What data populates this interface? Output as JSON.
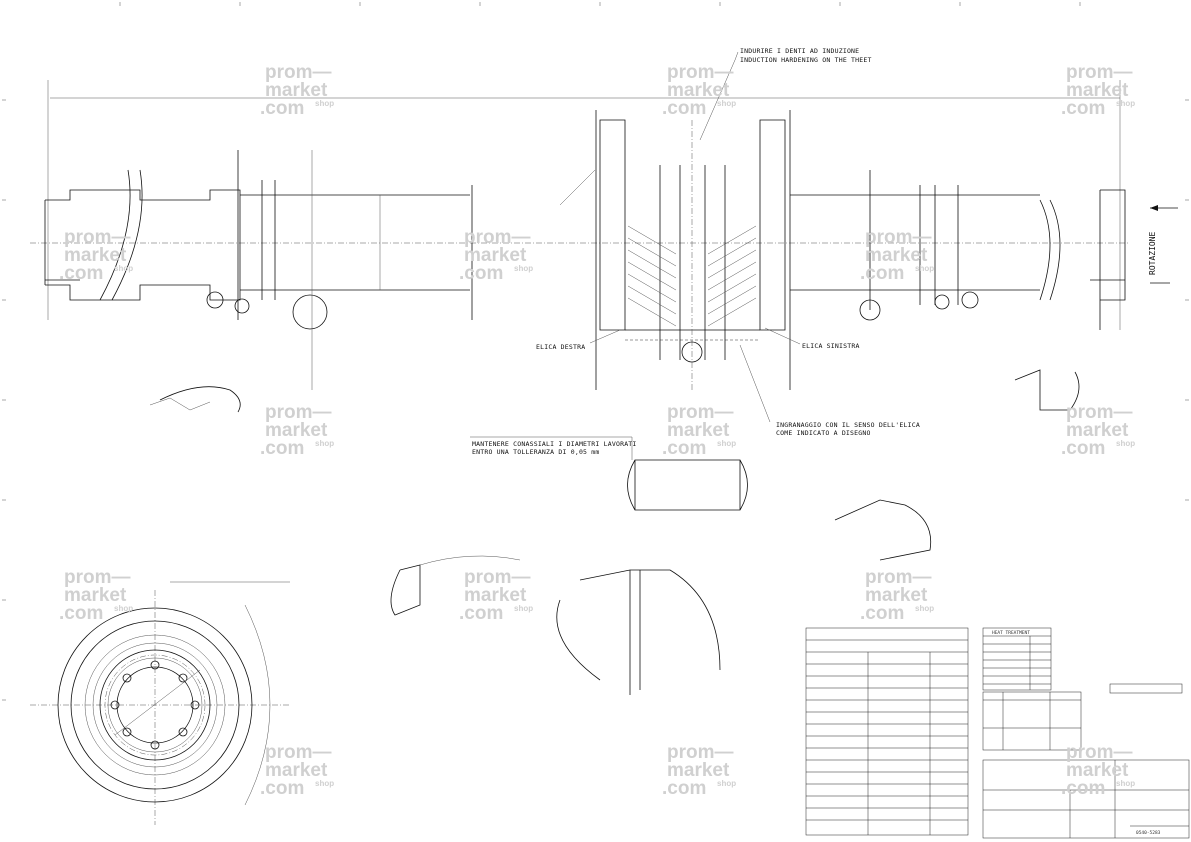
{
  "notes": {
    "induction_it": "INDURIRE I DENTI AD INDUZIONE",
    "induction_en": "INDUCTION HARDENING ON THE THEET",
    "helix_right": "ELICA DESTRA",
    "helix_left": "ELICA SINISTRA",
    "gearing_line1": "INGRANAGGIO CON IL SENSO DELL'ELICA",
    "gearing_line2": "COME INDICATO A DISEGNO",
    "tolerance_line1": "MANTENERE CONASSIALI I DIAMETRI LAVORATI",
    "tolerance_line2": "ENTRO UNA TOLLERANZA DI 0,05 mm",
    "rotation": "ROTAZIONE"
  },
  "title_block": {
    "heat_treatment": "HEAT TREATMENT",
    "drawing_number": "0540-5283"
  },
  "watermark": {
    "line1": "prom—",
    "line2": "market",
    "line3": ".com",
    "suffix": "shop"
  },
  "colors": {
    "line": "#111111",
    "watermark": "#d0d0d0",
    "background": "#ffffff"
  }
}
